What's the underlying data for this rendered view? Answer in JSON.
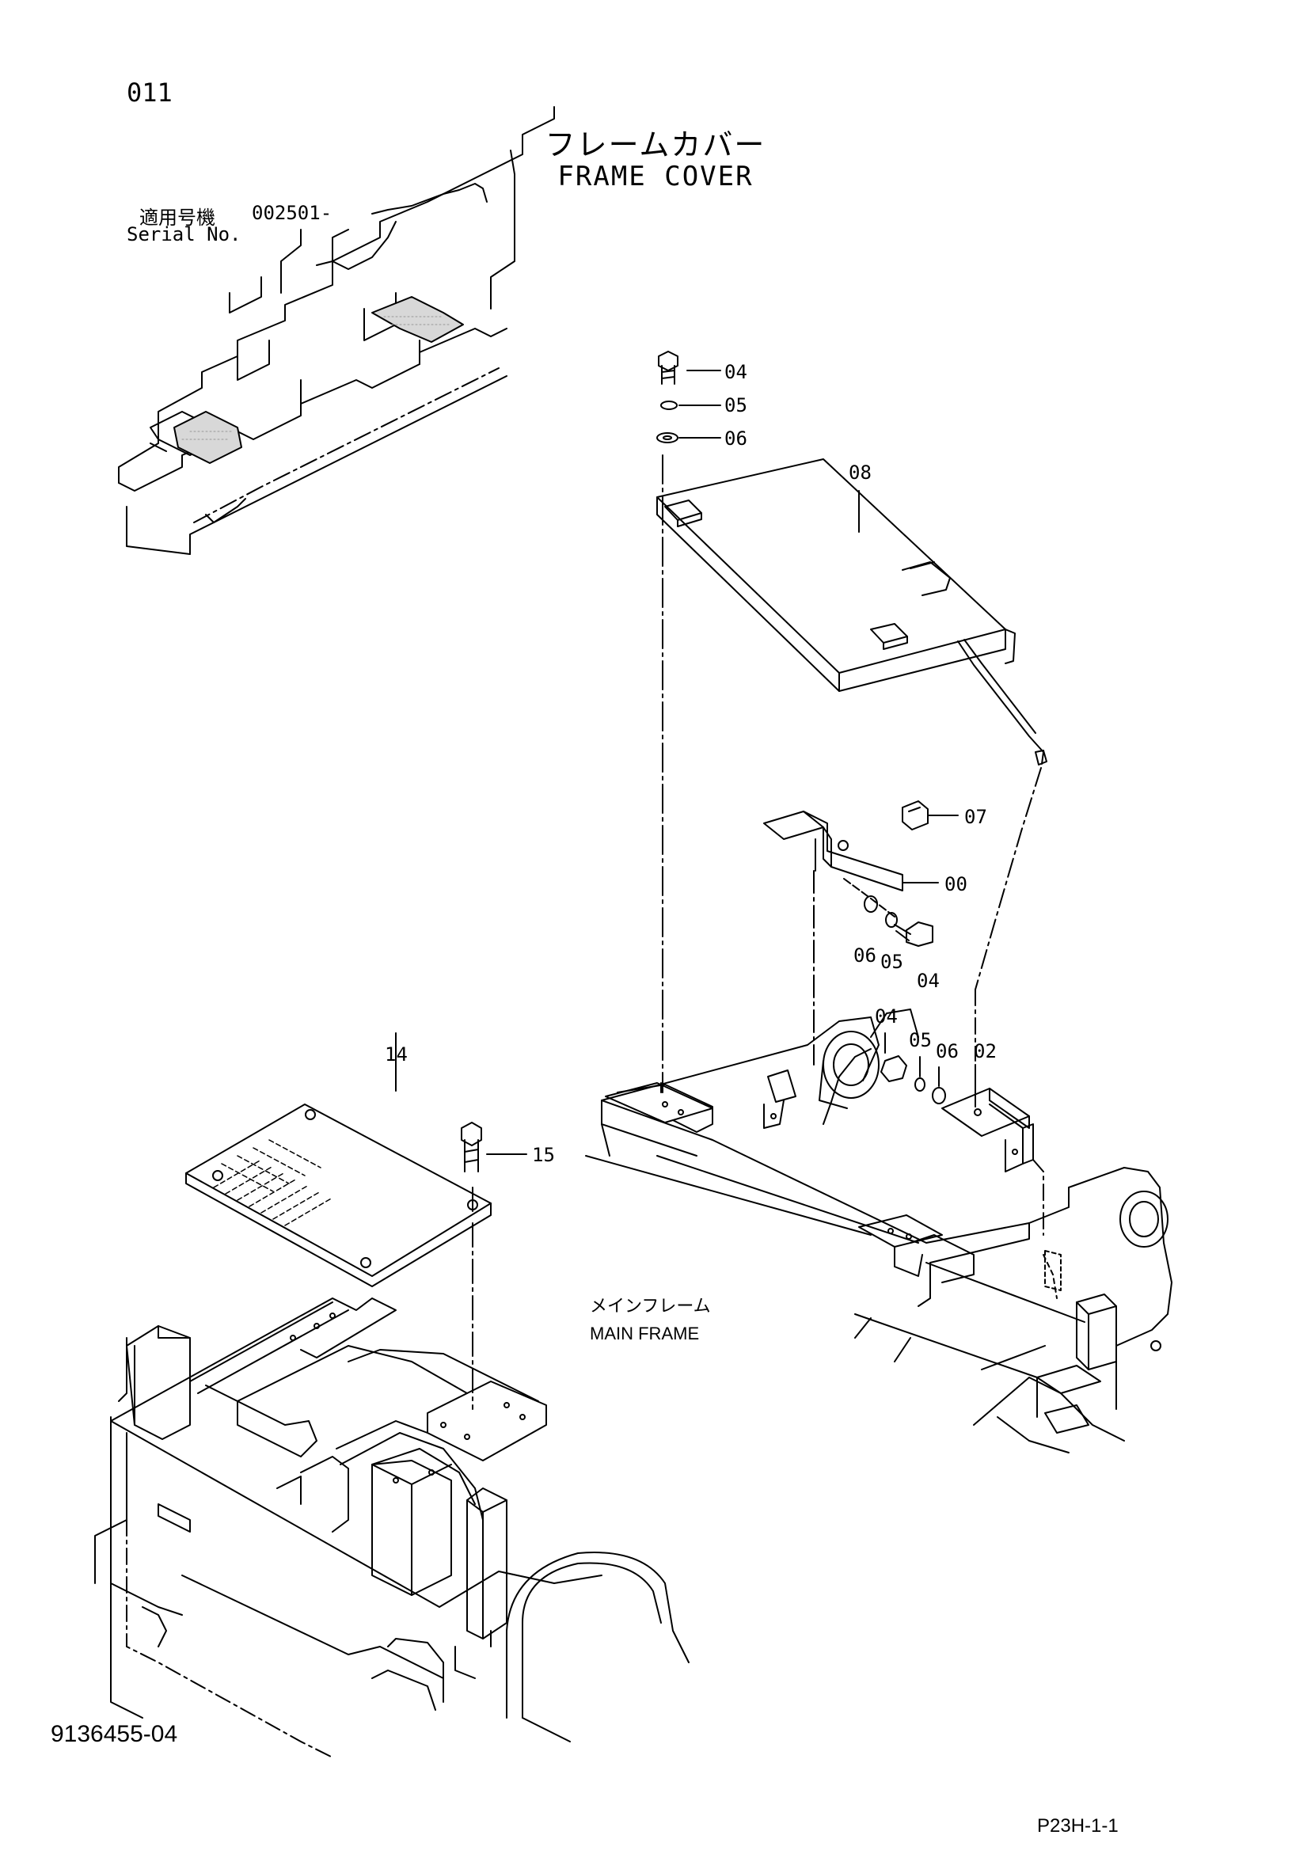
{
  "header": {
    "page_number": "011",
    "title_jp": "フレームカバー",
    "title_en": "FRAME COVER",
    "serial_label_jp": "適用号機",
    "serial_value": "002501-",
    "serial_label_en": "Serial No."
  },
  "parts": {
    "p04_top": "04",
    "p05_top": "05",
    "p06_top": "06",
    "p08": "08",
    "p07": "07",
    "p00": "00",
    "p06_mid": "06",
    "p05_mid": "05",
    "p04_mid": "04",
    "p04_low": "04",
    "p05_low": "05",
    "p06_low": "06",
    "p02": "02",
    "p14": "14",
    "p15": "15"
  },
  "annotations": {
    "main_frame_jp": "メインフレーム",
    "main_frame_en": "MAIN FRAME"
  },
  "footer": {
    "document_number": "9136455-04",
    "page_code": "P23H-1-1"
  }
}
